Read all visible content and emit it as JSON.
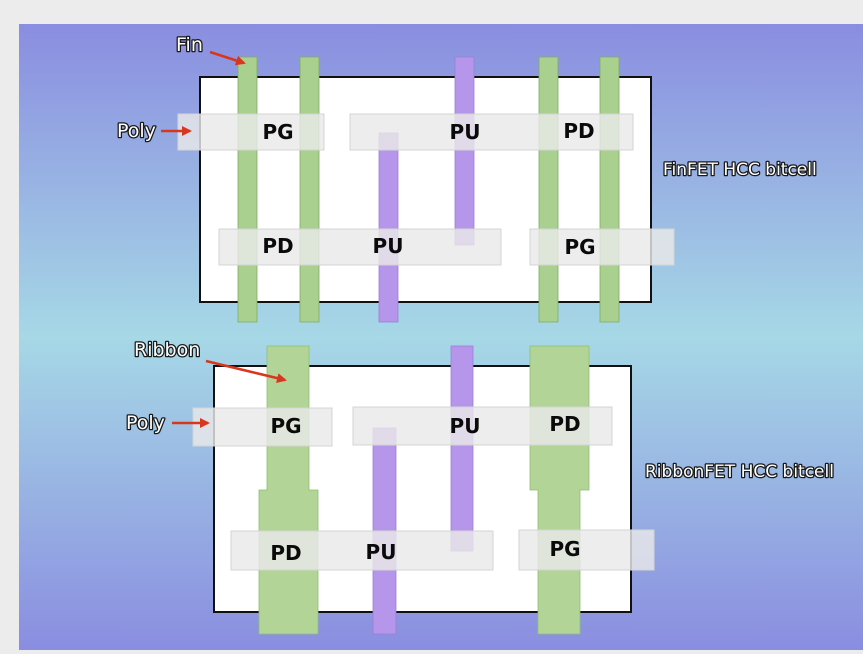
{
  "colors": {
    "background_top": "#8a8de0",
    "background_mid": "#a6d8e6",
    "background_bottom": "#8a8de0",
    "fin_green": "#a9d08e",
    "ribbon_green": "#b2d496",
    "pu_purple": "#b596ea",
    "poly_gray": "#e9e9e9",
    "arrow_red": "#d9361e",
    "cell_border": "#111111"
  },
  "finfet": {
    "caption": "FinFET HCC bitcell",
    "fin_label": "Fin",
    "poly_label": "Poly",
    "gates": {
      "pg_top": "PG",
      "pu_top": "PU",
      "pd_top": "PD",
      "pd_bottom": "PD",
      "pu_bottom": "PU",
      "pg_bottom": "PG"
    }
  },
  "ribbonfet": {
    "caption": "RibbonFET HCC bitcell",
    "ribbon_label": "Ribbon",
    "poly_label": "Poly",
    "gates": {
      "pg_top": "PG",
      "pu_top": "PU",
      "pd_top": "PD",
      "pd_bottom": "PD",
      "pu_bottom": "PU",
      "pg_bottom": "PG"
    }
  }
}
